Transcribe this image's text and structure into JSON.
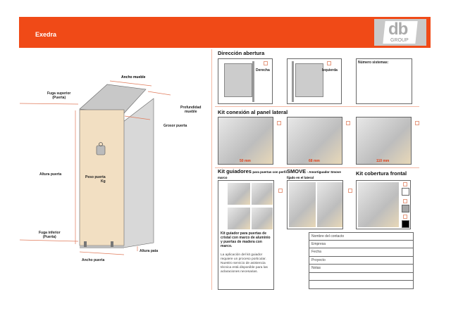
{
  "header": {
    "title": "Exedra",
    "logo_text": "db",
    "logo_sub": "GROUP"
  },
  "diagram": {
    "labels": {
      "ancho_mueble": "Ancho mueble",
      "fuga_superior": "Fuga superior",
      "fuga_superior_sub": "(Puerta)",
      "profundidad": "Profundidad",
      "profundidad_sub": "mueble",
      "grosor": "Grosor puerta",
      "altura_puerta": "Altura puerta",
      "peso": "Peso puerta",
      "peso_unit": "Kg",
      "fuga_inferior": "Fuga inferior",
      "fuga_inferior_sub": "(Puerta)",
      "altura_pata": "Altura pata",
      "ancho_puerta": "Ancho puerta"
    }
  },
  "direccion": {
    "heading": "Dirección abertura",
    "derecha": "Derecha",
    "izquierda": "Izquierda",
    "numero": "Número sistemas:"
  },
  "kit_conexion": {
    "heading": "Kit conexión al panel lateral",
    "sizes": [
      "50 mm",
      "68 mm",
      "110 mm"
    ]
  },
  "kit_guiadores": {
    "heading": "Kit guiadores",
    "heading_small": "para puertas con perfil marco",
    "bold_text": "Kit guiador para puertas de cristal con marco de aluminio y puertas de madera con marco.",
    "text": "La aplicación del kit guiador requiere un proceso porticular. Nuestro servicio de asistencia técnica está disponible para las aclaraciones necesarias."
  },
  "smove": {
    "heading": "SMOVE",
    "heading_small": "- Amortiguador Smove fijado en el lateral"
  },
  "cobertura": {
    "heading": "Kit cobertura frontal",
    "swatches": [
      "#ffffff",
      "#a6a6a6",
      "#000000"
    ]
  },
  "contact": {
    "rows": [
      "Nombre del contacto",
      "Empresa",
      "Fecha",
      "Proyecto",
      "Notas",
      "",
      ""
    ]
  },
  "colors": {
    "accent": "#f04a17"
  }
}
